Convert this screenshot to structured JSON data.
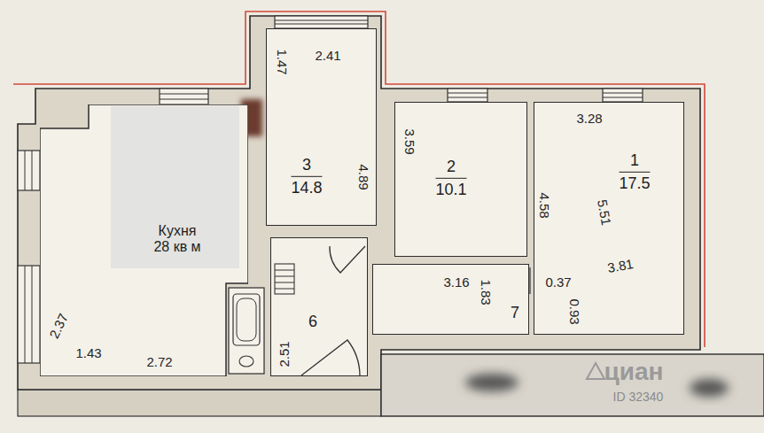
{
  "diagram": {
    "nodes": [
      {
        "text": [
          "Кухня 28 кв м"
        ]
      },
      {
        "text": [
          "3",
          "14.8"
        ]
      },
      {
        "text": [
          "2",
          "10.1"
        ]
      },
      {
        "text": [
          "1",
          "17.5"
        ]
      },
      {
        "text": [
          "6"
        ]
      },
      {
        "text": [
          "7"
        ]
      }
    ],
    "labels": [
      "1.47",
      "2.41",
      "4.89",
      "3.59",
      "3.28",
      "4.58",
      "5.51",
      "3.81",
      "3.16",
      "1.83",
      "0.37",
      "0.93",
      "2.37",
      "1.43",
      "2.72",
      "2.51",
      "циан",
      "ID 32340"
    ]
  }
}
